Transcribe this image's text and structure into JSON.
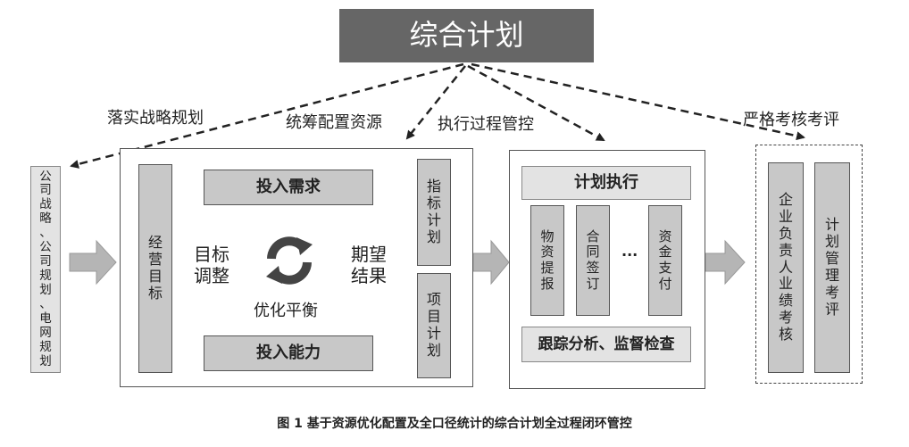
{
  "title": "综合计划",
  "arrow_labels": {
    "strategy": "落实战略规划",
    "resources": "统筹配置资源",
    "process": "执行过程管控",
    "assessment": "严格考核考评"
  },
  "left_box": "公司战略、公司规划、电网规划",
  "panel1": {
    "left_column": "经营目标",
    "top_bar": "投入需求",
    "bottom_bar": "投入能力",
    "target_adjust_line1": "目标",
    "target_adjust_line2": "调整",
    "expected_result_line1": "期望",
    "expected_result_line2": "结果",
    "center_label": "优化平衡",
    "right_top": "指标计划",
    "right_bottom": "项目计划"
  },
  "panel2": {
    "header": "计划执行",
    "columns": [
      "物资提报",
      "合同签订",
      "资金支付"
    ],
    "ellipsis": "···",
    "footer": "跟踪分析、监督检查"
  },
  "panel3": {
    "col1": "企业负责人业绩考核",
    "col2": "计划管理考评"
  },
  "caption": "图 1  基于资源优化配置及全口径统计的综合计划全过程闭环管控",
  "colors": {
    "title_bg": "#666666",
    "box_fill": "#c8c8c8",
    "light_fill": "#e3e3e3",
    "arrow_fill": "#b5b5b5",
    "cycle_icon": "#444444"
  }
}
